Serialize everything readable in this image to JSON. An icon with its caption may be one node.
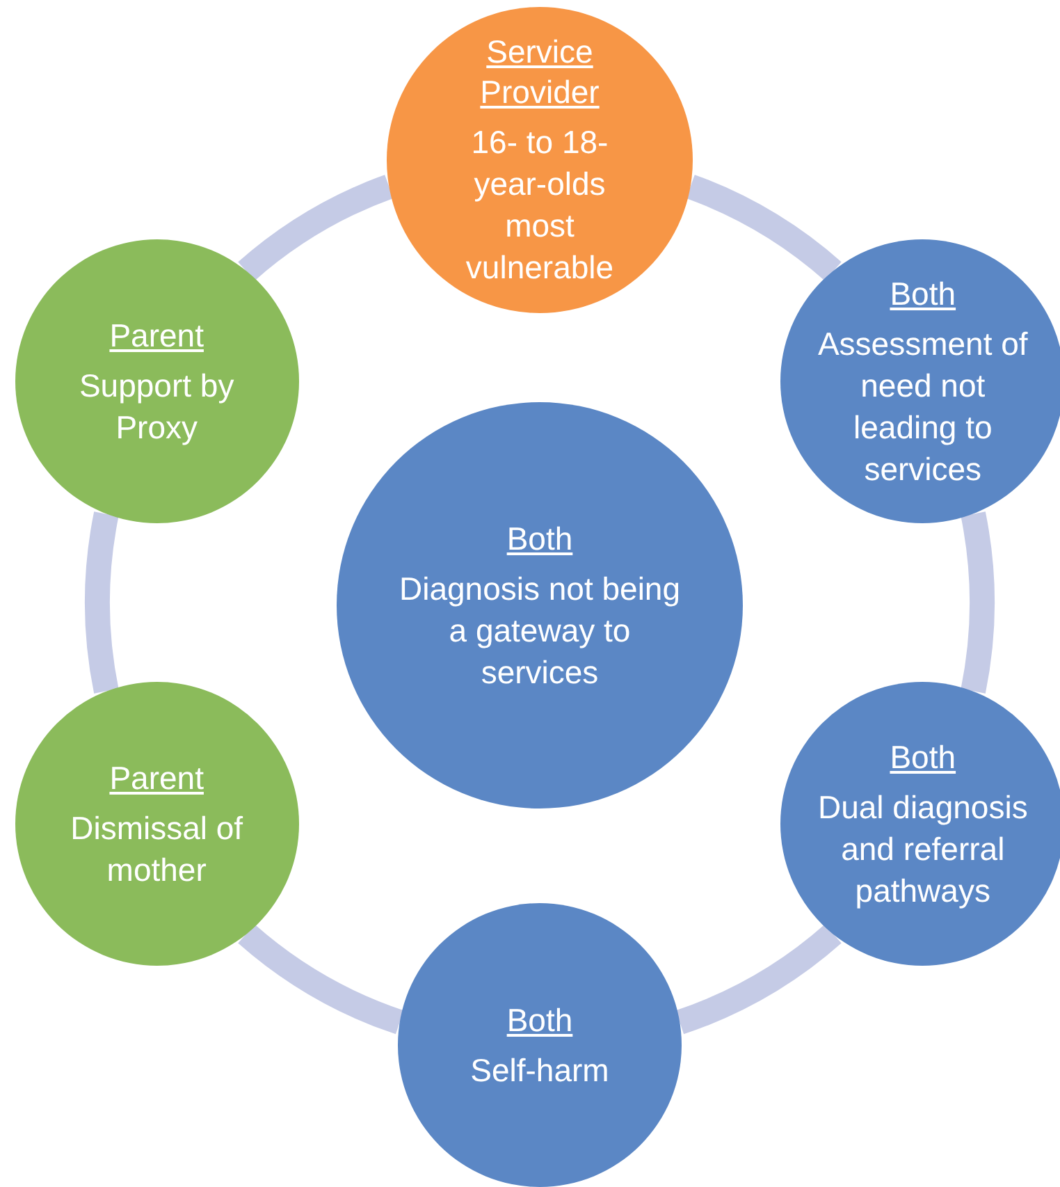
{
  "diagram": {
    "nodes": [
      {
        "text": [
          "Service Provider",
          "16- to 18-year-olds most vulnerable"
        ]
      },
      {
        "text": [
          "Parent",
          "Support by Proxy"
        ]
      },
      {
        "text": [
          "Both",
          "Assessment of need not leading to services"
        ]
      },
      {
        "text": [
          "Both",
          "Diagnosis not being a gateway to services"
        ]
      },
      {
        "text": [
          "Parent",
          "Dismissal of mother"
        ]
      },
      {
        "text": [
          "Both",
          "Dual diagnosis and referral pathways"
        ]
      },
      {
        "text": [
          "Both",
          "Self-harm"
        ]
      }
    ],
    "edges": [
      {
        "from": 0,
        "to": 2,
        "arrow": "none"
      },
      {
        "from": 2,
        "to": 5,
        "arrow": "none"
      },
      {
        "from": 5,
        "to": 6,
        "arrow": "none"
      },
      {
        "from": 6,
        "to": 4,
        "arrow": "none"
      },
      {
        "from": 4,
        "to": 1,
        "arrow": "none"
      },
      {
        "from": 1,
        "to": 0,
        "arrow": "none"
      }
    ]
  }
}
